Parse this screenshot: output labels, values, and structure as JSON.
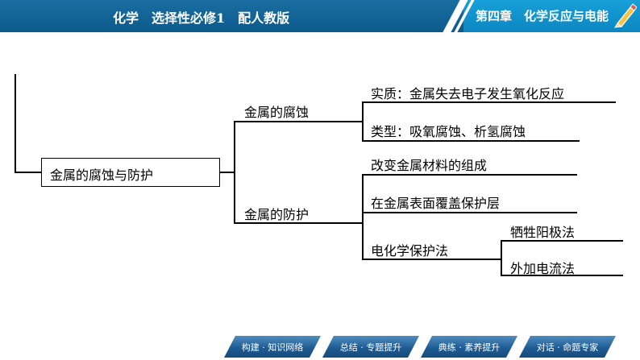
{
  "header": {
    "course": "化学　选择性必修1　配人教版",
    "chapter": "第四章　化学反应与电能",
    "icon": "pencil-icon"
  },
  "map": {
    "root": "金属的腐蚀与防护",
    "branches": {
      "corrosion": {
        "label": "金属的腐蚀",
        "items": [
          "实质：金属失去电子发生氧化反应",
          "类型：吸氧腐蚀、析氢腐蚀"
        ]
      },
      "protection": {
        "label": "金属的防护",
        "items": [
          "改变金属材料的组成",
          "在金属表面覆盖保护层",
          "电化学保护法"
        ],
        "electrochemical": [
          "牺牲阳极法",
          "外加电流法"
        ]
      }
    }
  },
  "footer": {
    "nav": [
      "构建 · 知识网络",
      "总结 · 专题提升",
      "典练 · 素养提升",
      "对话 · 命题专家"
    ]
  }
}
